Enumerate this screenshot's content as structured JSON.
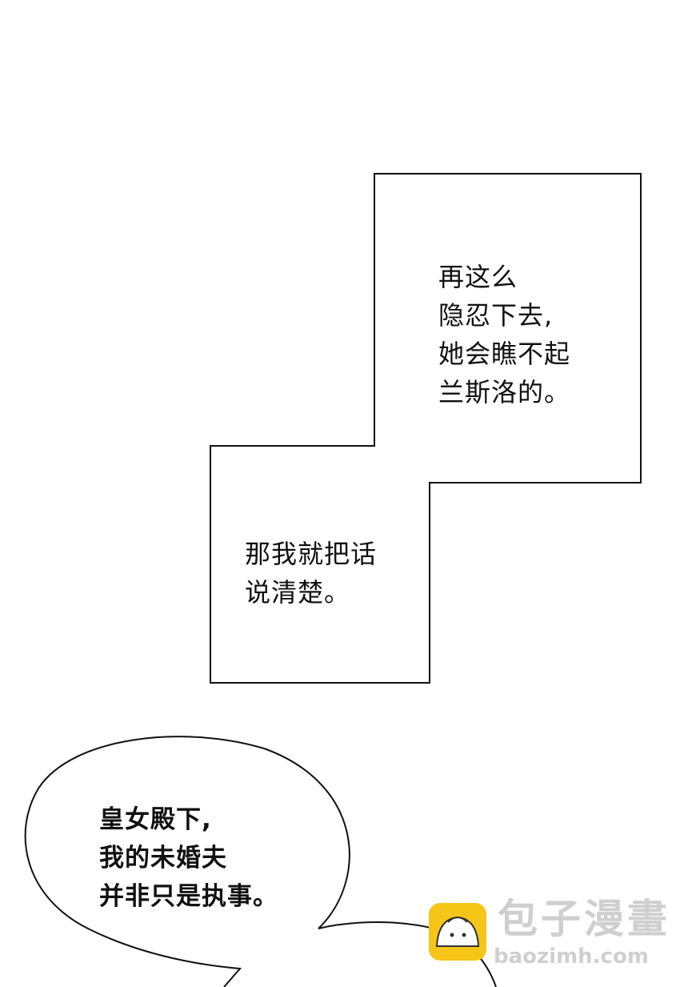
{
  "panels": {
    "box1": {
      "lines": [
        "再这么",
        "隐忍下去,",
        "她会瞧不起",
        "兰斯洛的。"
      ]
    },
    "box2": {
      "lines": [
        "那我就把话",
        "说清楚。"
      ]
    }
  },
  "speech_bubble": {
    "lines": [
      "皇女殿下,",
      "我的未婚夫",
      "并非只是执事。"
    ]
  },
  "watermark": {
    "text": "包子漫畫",
    "url": "baozimh.com",
    "icon": "bun-logo-icon",
    "color": "#f5c518"
  }
}
